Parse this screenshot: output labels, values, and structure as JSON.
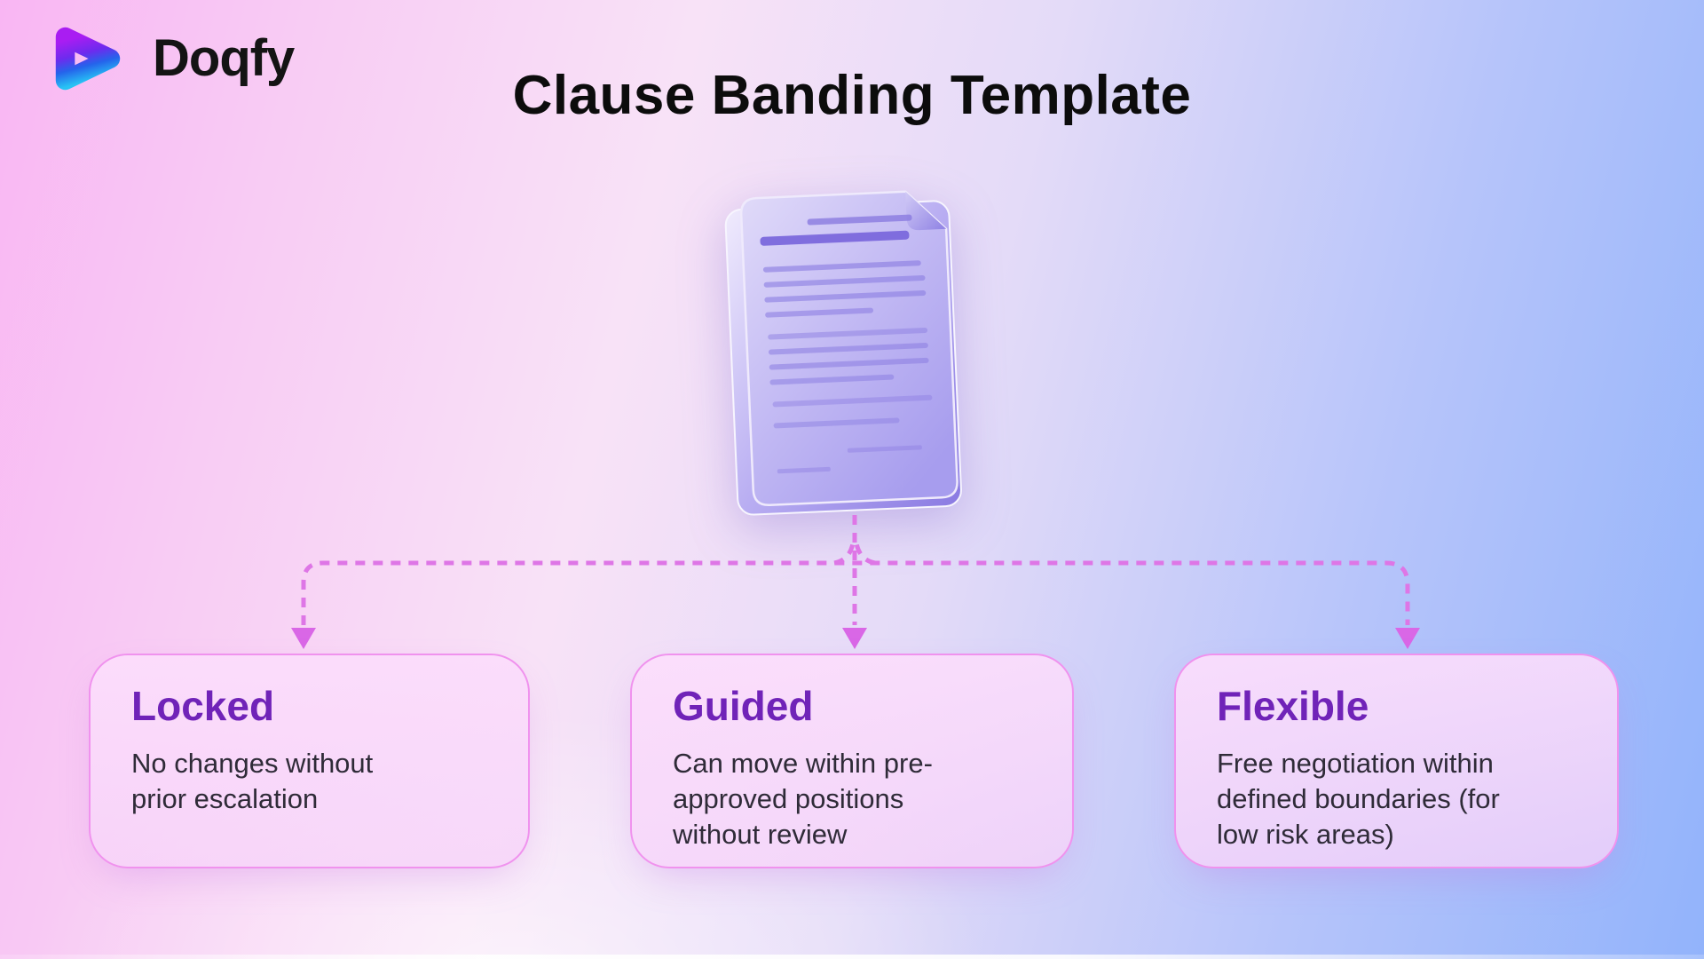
{
  "brand": {
    "name": "Doqfy",
    "logo_icon": "play-icon"
  },
  "page": {
    "title": "Clause Banding Template"
  },
  "diagram": {
    "center_icon": "document-icon",
    "connector_color": "#de76e6",
    "cards": [
      {
        "id": "locked",
        "title": "Locked",
        "description": "No changes without\nprior escalation"
      },
      {
        "id": "guided",
        "title": "Guided",
        "description": "Can move within pre-\napproved positions\nwithout review"
      },
      {
        "id": "flexible",
        "title": "Flexible",
        "description": "Free negotiation within\ndefined boundaries (for\nlow risk areas)"
      }
    ]
  },
  "colors": {
    "background_left": "#f9b6f3",
    "background_right": "#92b3fb",
    "card_fill": "#fadcfa",
    "card_border": "#f092ee",
    "card_title": "#7023b8",
    "card_text": "#2f2b38",
    "arrow": "#de76e6",
    "document_body": "#b9aff0",
    "title_text": "#0c0c0c"
  }
}
